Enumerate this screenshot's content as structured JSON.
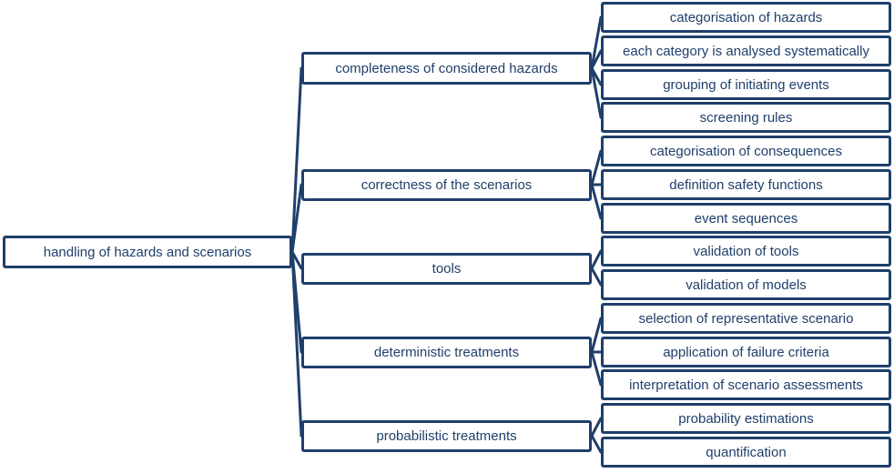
{
  "root": {
    "label": "handling of hazards and scenarios"
  },
  "branches": [
    {
      "label": "completeness of considered hazards",
      "children": [
        "categorisation of hazards",
        "each category is analysed systematically",
        "grouping of initiating events",
        "screening rules"
      ]
    },
    {
      "label": "correctness of the scenarios",
      "children": [
        "categorisation of consequences",
        "definition safety functions",
        "event sequences"
      ]
    },
    {
      "label": "tools",
      "children": [
        "validation of tools",
        "validation of models"
      ]
    },
    {
      "label": "deterministic treatments",
      "children": [
        "selection of representative scenario",
        "application of failure criteria",
        "interpretation of scenario assessments"
      ]
    },
    {
      "label": "probabilistic treatments",
      "children": [
        "probability estimations",
        "quantification"
      ]
    }
  ],
  "colors": {
    "line": "#1f3f6b",
    "text": "#1f3f6b",
    "fill": "#ffffff"
  }
}
